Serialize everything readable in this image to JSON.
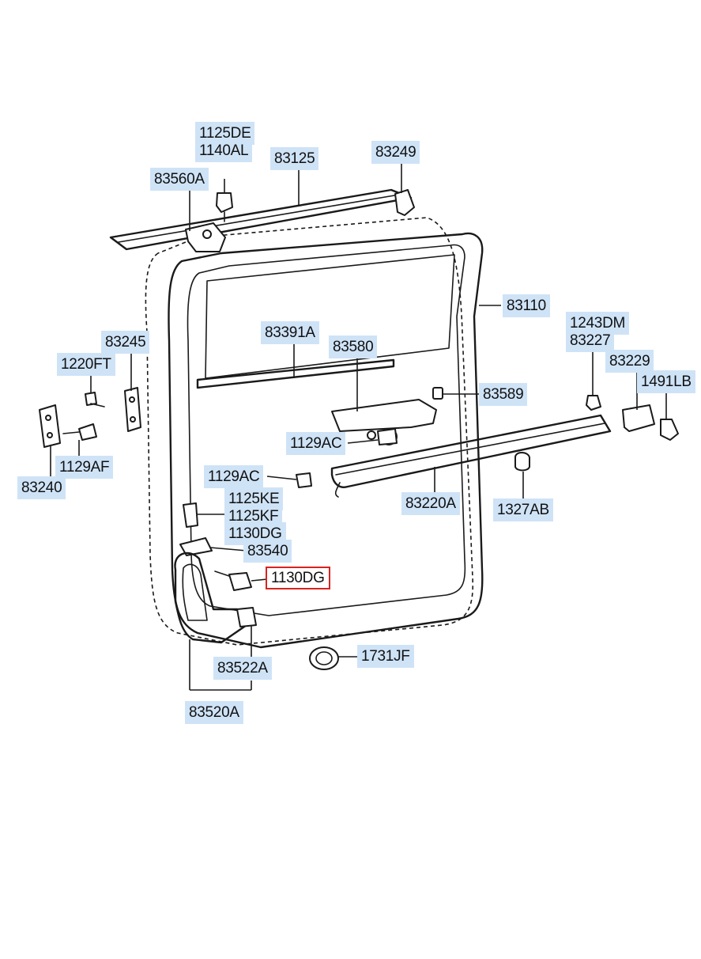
{
  "diagram": {
    "labels": {
      "l_1125de": "1125DE",
      "l_1140al": "1140AL",
      "l_83125": "83125",
      "l_83249": "83249",
      "l_83560a": "83560A",
      "l_83110": "83110",
      "l_83245": "83245",
      "l_83391a": "83391A",
      "l_83580": "83580",
      "l_1243dm": "1243DM",
      "l_83227": "83227",
      "l_83229": "83229",
      "l_1220ft": "1220FT",
      "l_1491lb": "1491LB",
      "l_83589": "83589",
      "l_1129ac_a": "1129AC",
      "l_1129af": "1129AF",
      "l_83240": "83240",
      "l_1129ac_b": "1129AC",
      "l_83220a": "83220A",
      "l_1327ab": "1327AB",
      "l_1125ke": "1125KE",
      "l_1125kf": "1125KF",
      "l_1130dg_a": "1130DG",
      "l_83540": "83540",
      "l_1130dg_b": "1130DG",
      "l_1731jf": "1731JF",
      "l_83522a": "83522A",
      "l_83520a": "83520A"
    },
    "colors": {
      "label_bg": "#cfe3f7",
      "highlight_border": "#d9231f",
      "line": "#1a1a1a"
    }
  }
}
